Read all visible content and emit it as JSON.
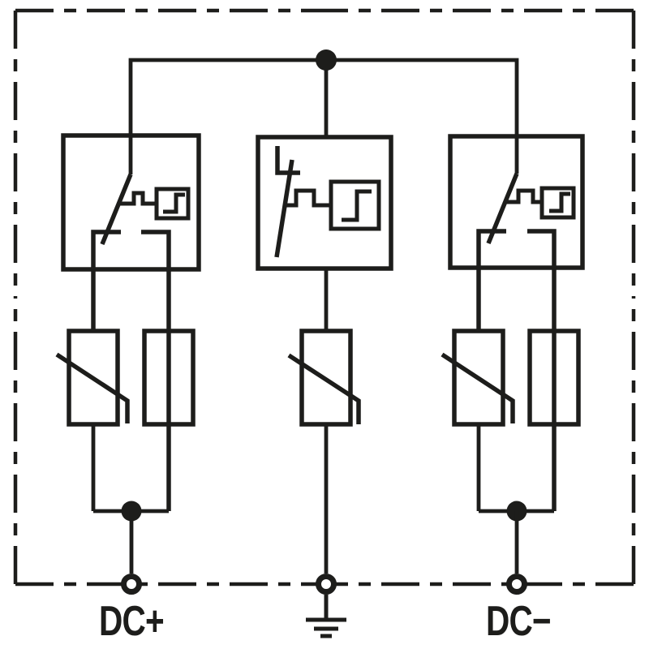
{
  "colors": {
    "line": "#1d1d1b",
    "background": "#ffffff"
  },
  "diagram": {
    "type": "circuit-diagram",
    "terminals": {
      "dc_plus": {
        "label": "DC+"
      },
      "earth": {
        "icon": "earth-ground-icon"
      },
      "dc_minus": {
        "label": "DC−"
      }
    },
    "symbols": [
      "enclosure-dash-dot-border",
      "disconnector-switch-icon",
      "thermal-disconnect-link-icon",
      "status-contact-step-icon",
      "varistor-icon",
      "fuse-icon",
      "junction-dot",
      "terminal-circle",
      "earth-ground-icon"
    ]
  }
}
